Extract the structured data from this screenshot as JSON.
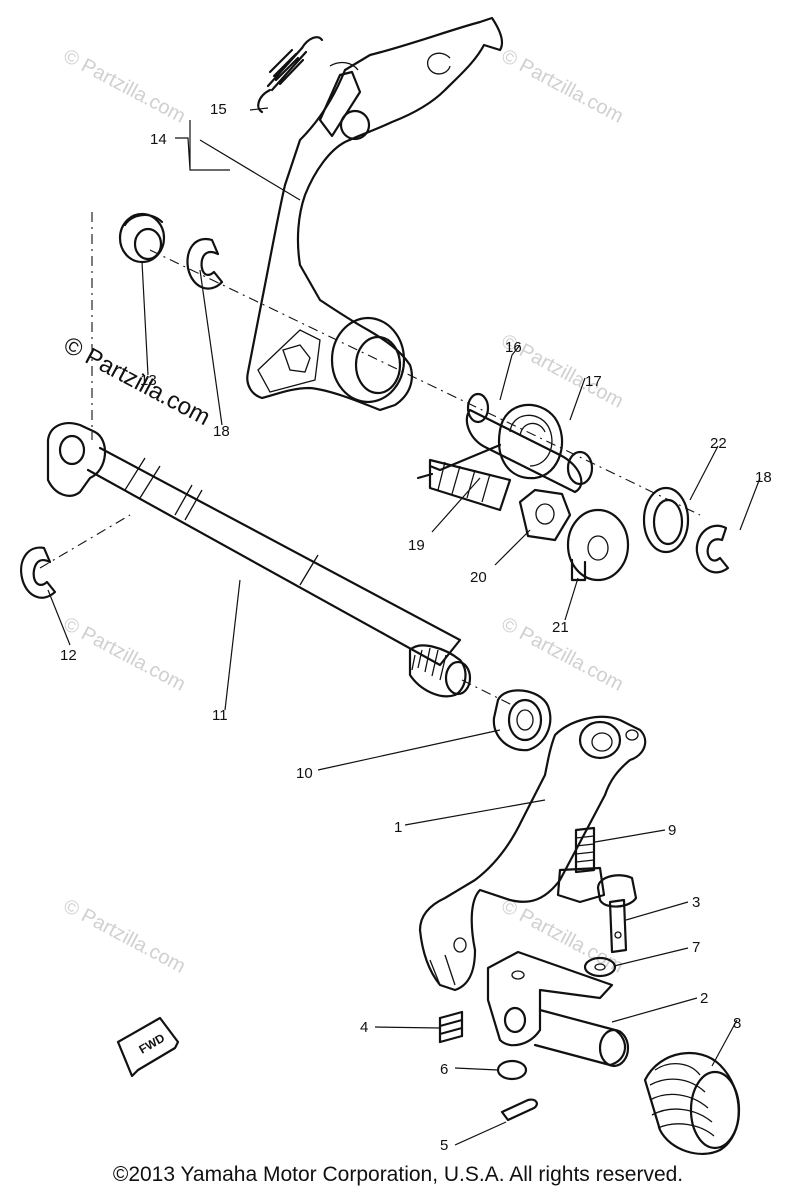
{
  "watermark": "© Partzilla.com",
  "callouts": [
    "1",
    "2",
    "3",
    "4",
    "5",
    "6",
    "7",
    "8",
    "9",
    "10",
    "11",
    "12",
    "13",
    "14",
    "15",
    "16",
    "17",
    "18",
    "18",
    "19",
    "20",
    "21",
    "22"
  ],
  "direction_arrow": {
    "label": "FWD",
    "icon": "forward-arrow-icon"
  },
  "copyright": "©2013 Yamaha Motor Corporation, U.S.A. All rights reserved."
}
